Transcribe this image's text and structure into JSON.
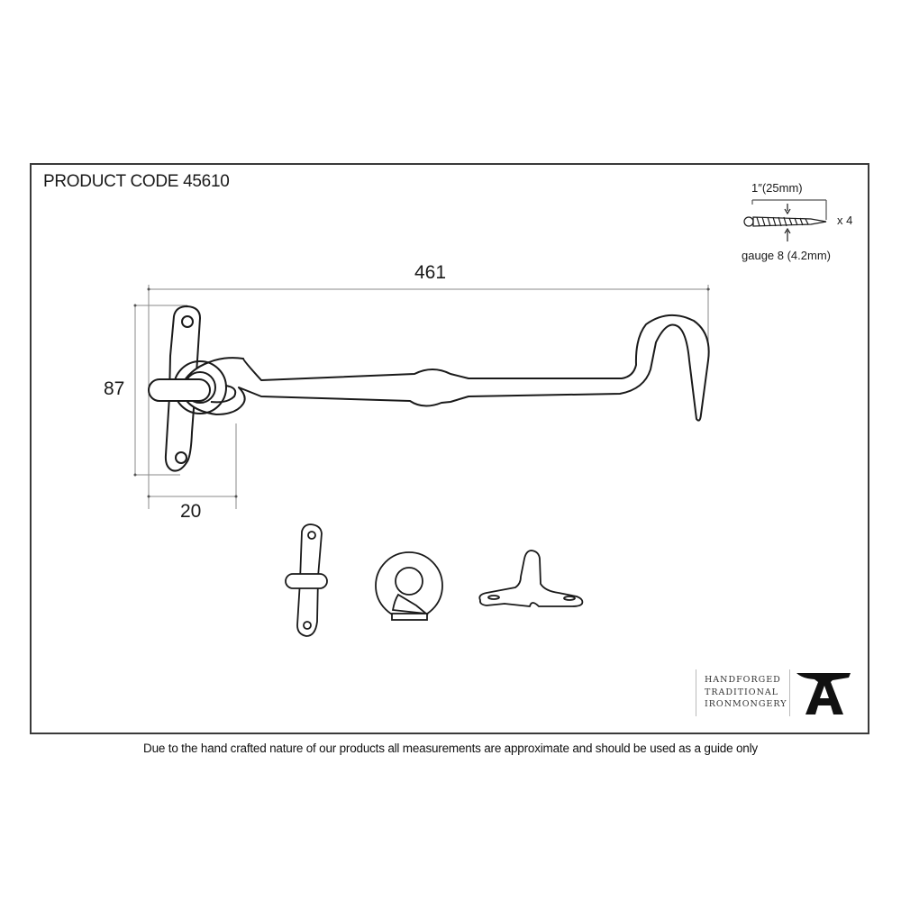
{
  "header": {
    "product_code": "PRODUCT CODE 45610"
  },
  "dimensions": {
    "length": "461",
    "height": "87",
    "depth": "20",
    "unit": "mm"
  },
  "screw_spec": {
    "length_label": "1″(25mm)",
    "quantity_label": "x 4",
    "gauge_label": "gauge 8 (4.2mm)"
  },
  "components": [
    {
      "name": "hook-and-eye-assembly"
    },
    {
      "name": "eye-plate-with-ring"
    },
    {
      "name": "ring-side-view"
    },
    {
      "name": "staple-keeper"
    }
  ],
  "brand": {
    "line1": "HANDFORGED",
    "line2": "TRADITIONAL",
    "line3": "IRONMONGERY",
    "logo": "anvil-A-logo"
  },
  "footer": {
    "disclaimer": "Due to the hand crafted nature of our products all measurements are approximate and should be used as a guide only"
  },
  "colors": {
    "line": "#1a1a1a",
    "dimension_line": "#8a8a8a",
    "frame": "#3a3a3a",
    "background": "#ffffff"
  }
}
